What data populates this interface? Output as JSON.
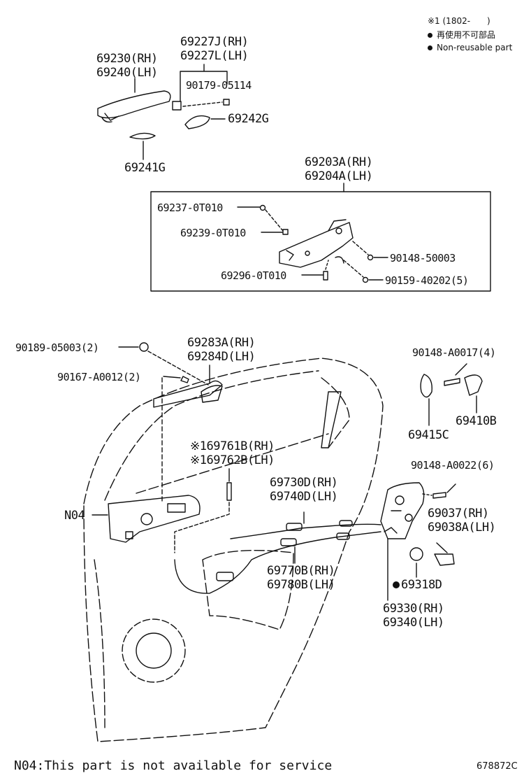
{
  "legend": {
    "range": "※1 (1802-　　)",
    "nonreusable_ja": "再使用不可部品",
    "nonreusable_en": "Non-reusable part"
  },
  "parts": {
    "p69230": "69230(RH)",
    "p69240": "69240(LH)",
    "p69227j": "69227J(RH)",
    "p69227l": "69227L(LH)",
    "p90179": "90179-05114",
    "p69242g": "69242G",
    "p69241g": "69241G",
    "p69203a": "69203A(RH)",
    "p69204a": "69204A(LH)",
    "p69237": "69237-0T010",
    "p69239": "69239-0T010",
    "p90148_50003": "90148-50003",
    "p69296": "69296-0T010",
    "p90159": "90159-40202(5)",
    "p90189": "90189-05003(2)",
    "p90167": "90167-A0012(2)",
    "p69283a": "69283A(RH)",
    "p69284d": "69284D(LH)",
    "p90148_a0017": "90148-A0017(4)",
    "p69415c": "69415C",
    "p69410b": "69410B",
    "p69761b": "※169761B(RH)",
    "p69762b": "※169762B(LH)",
    "p90148_a0022": "90148-A0022(6)",
    "p69730d": "69730D(RH)",
    "p69740d": "69740D(LH)",
    "n04": "N04",
    "p69037": "69037(RH)",
    "p69038a": "69038A(LH)",
    "p69770b": "69770B(RH)",
    "p69780b": "69780B(LH)",
    "p69318d": "69318D",
    "p69330": "69330(RH)",
    "p69340": "69340(LH)"
  },
  "footer": {
    "note": "N04:This part is not available for service",
    "diagram_id": "678872C"
  }
}
